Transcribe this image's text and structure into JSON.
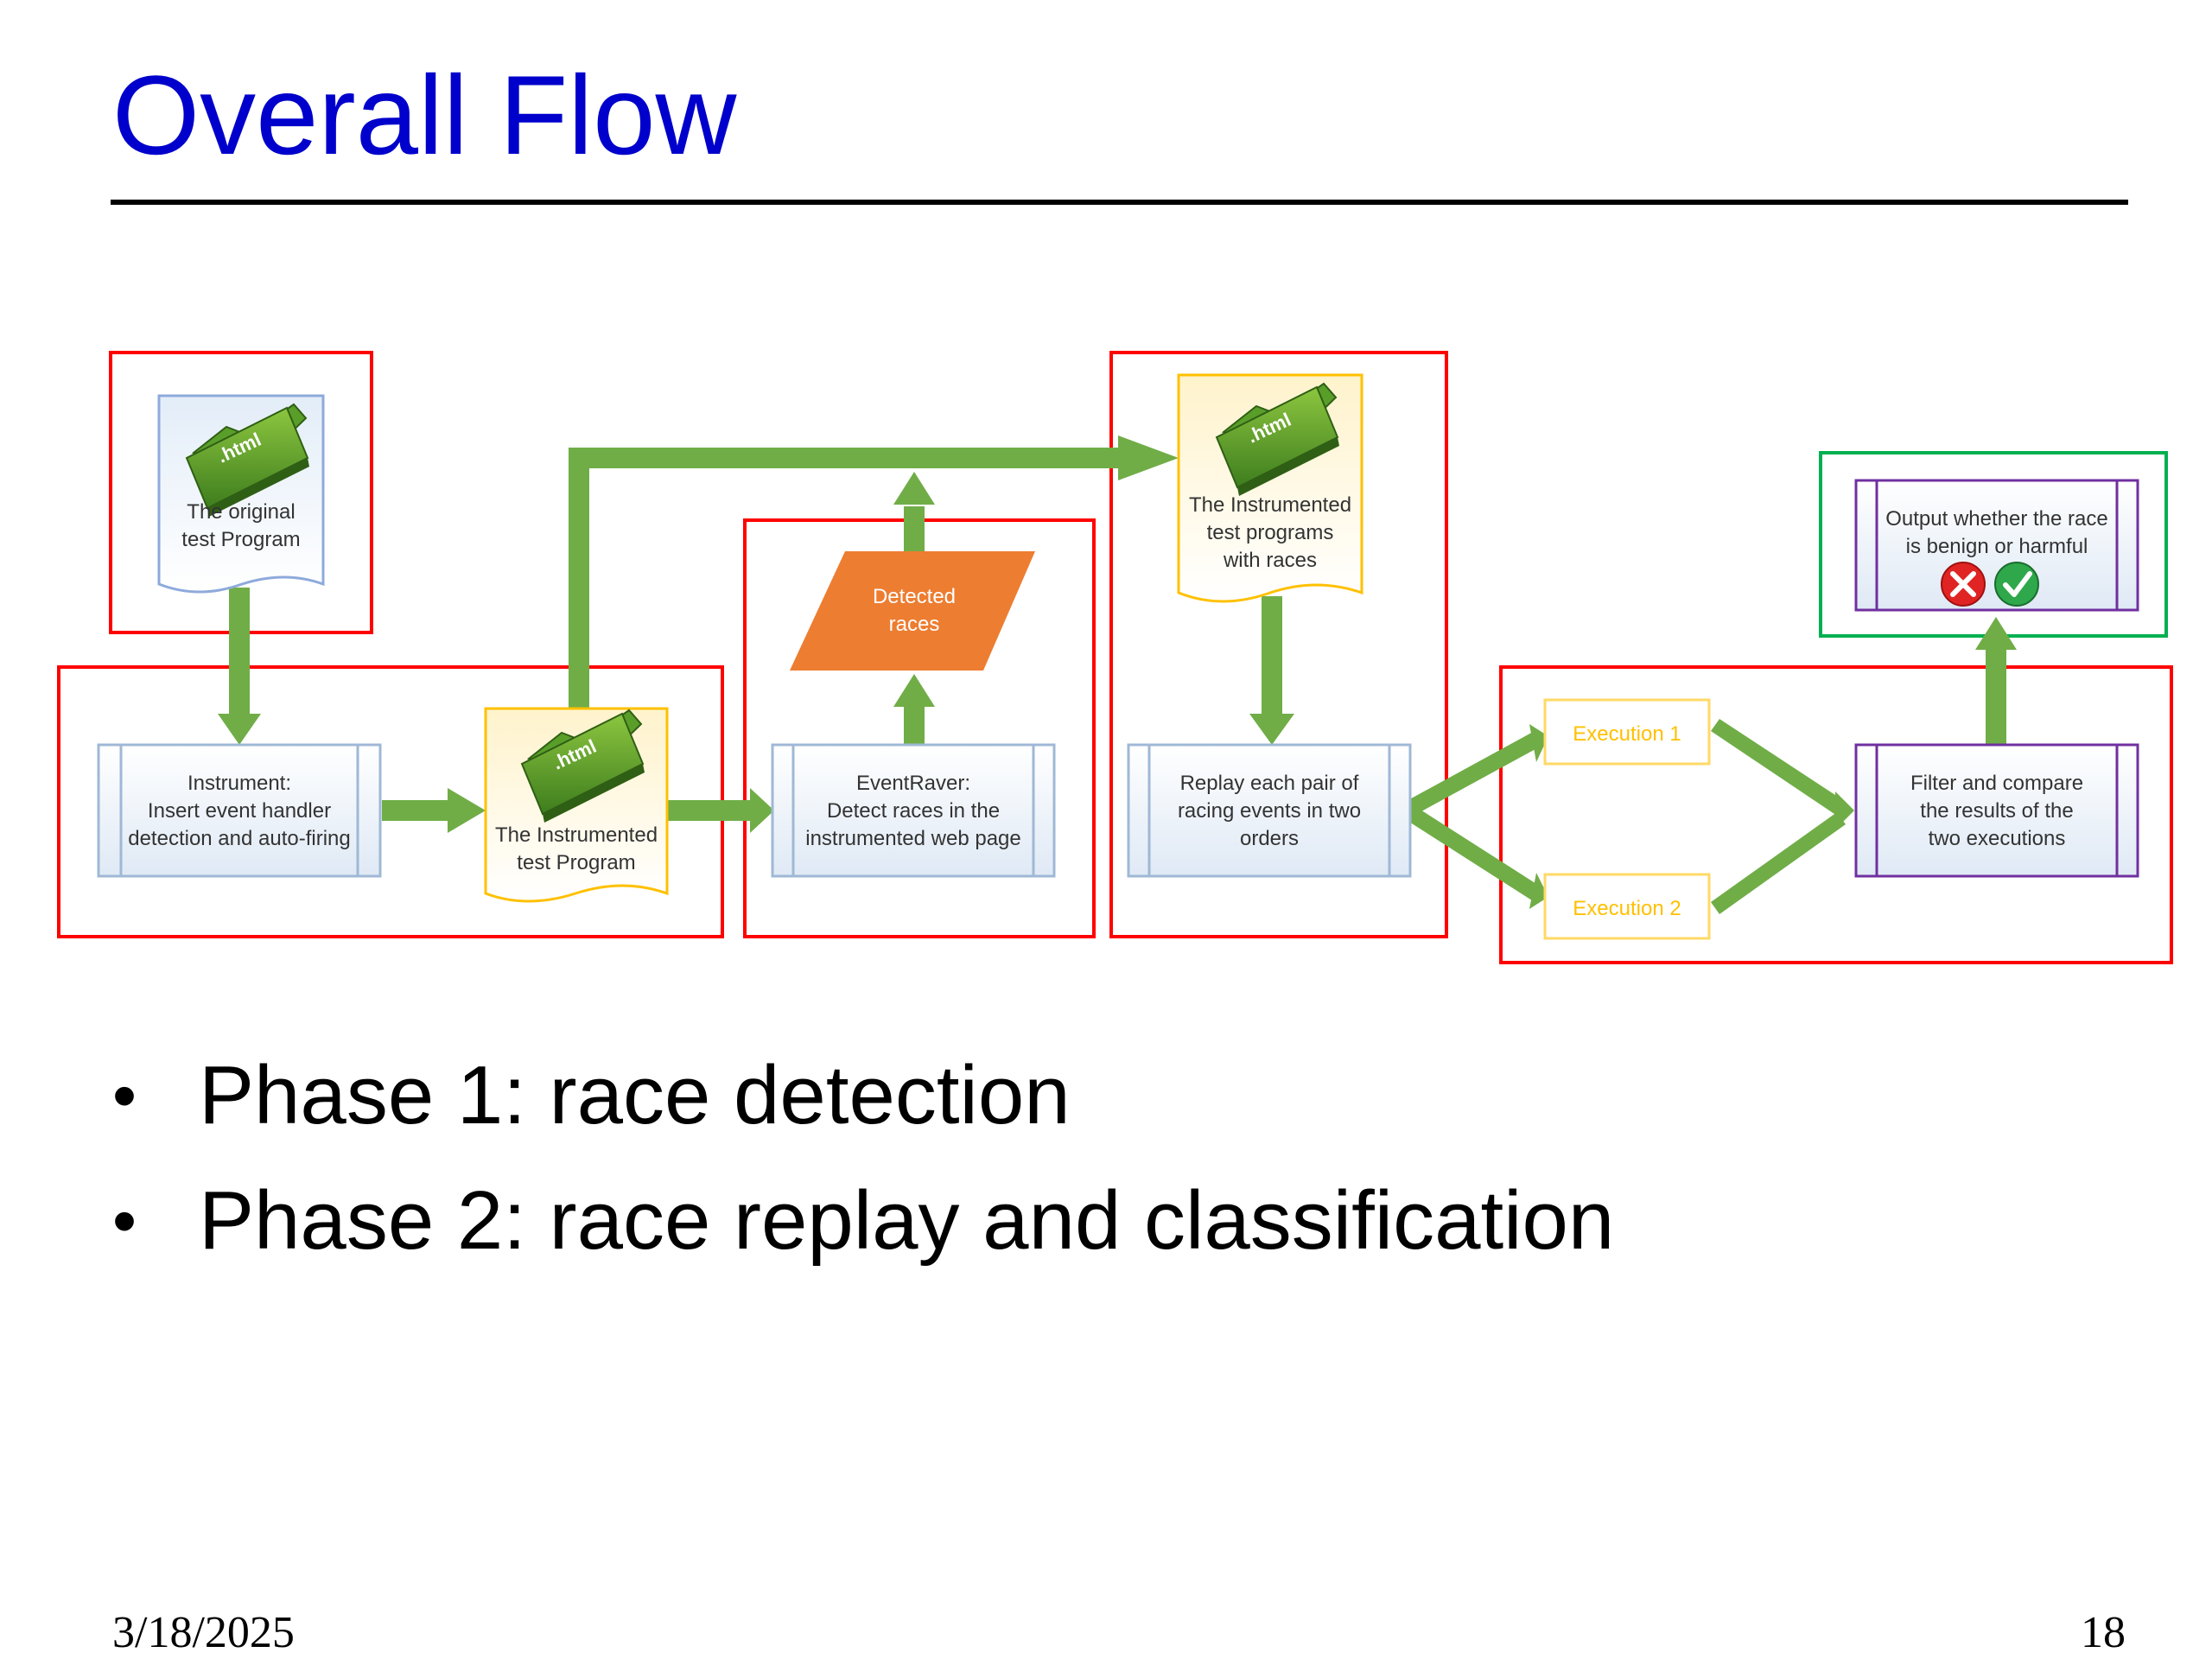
{
  "slide": {
    "title": "Overall Flow",
    "bullets": [
      "Phase 1: race detection",
      "Phase 2: race replay and classification"
    ],
    "date": "3/18/2025",
    "page_number": "18"
  },
  "diagram": {
    "nodes": {
      "original_program": [
        "The original",
        "test Program"
      ],
      "instrument": [
        "Instrument:",
        "Insert event handler",
        "detection and auto-firing"
      ],
      "instrumented_program": [
        "The Instrumented",
        "test Program"
      ],
      "eventraver": [
        "EventRaver:",
        "Detect races in the",
        "instrumented web page"
      ],
      "detected_races": [
        "Detected",
        "races"
      ],
      "instrumented_programs_races": [
        "The Instrumented",
        "test programs",
        "with races"
      ],
      "replay": [
        "Replay each pair of",
        "racing events in two",
        "orders"
      ],
      "execution1": "Execution 1",
      "execution2": "Execution 2",
      "filter": [
        "Filter and compare",
        "the results of the",
        "two executions"
      ],
      "output": [
        "Output whether the race",
        "is benign or harmful"
      ]
    },
    "file_icon_label": ".html",
    "colors": {
      "arrow": "#70ad47",
      "phase_box": "#ff0000",
      "output_box": "#00b050",
      "process_border": "#9fb8d6",
      "doc_yellow_border": "#ffc000",
      "doc_blue_border": "#8eaadb",
      "detected_fill": "#ed7d31",
      "execution_text": "#ffc000",
      "purple_border": "#7030a0"
    },
    "icons": [
      "html-file-icon",
      "harmful-x-icon",
      "benign-check-icon"
    ]
  }
}
